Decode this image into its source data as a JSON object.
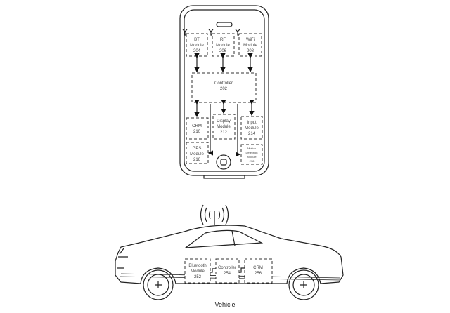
{
  "phone": {
    "bt": {
      "name": "BT",
      "line2": "Module",
      "num": "204"
    },
    "rf": {
      "name": "RF",
      "line2": "Module",
      "num": "206"
    },
    "wifi": {
      "name": "WiFi",
      "line2": "Module",
      "num": "208"
    },
    "controller": {
      "name": "Controller",
      "num": "202"
    },
    "crm": {
      "name": "CRM",
      "num": "210"
    },
    "display": {
      "name": "Display",
      "line2": "Module",
      "num": "212"
    },
    "input": {
      "name": "Input",
      "line2": "Module",
      "num": "214"
    },
    "gps": {
      "name": "GPS",
      "line2": "Module",
      "num": "216"
    },
    "motion": {
      "name": "Motion",
      "line2": "Detection",
      "line3": "Module",
      "num": "218"
    }
  },
  "vehicle": {
    "label": "Vehicle",
    "bluetooth": {
      "name": "Bluetooth",
      "line2": "Module",
      "num": "252"
    },
    "controller": {
      "name": "Controller",
      "num": "254"
    },
    "crm": {
      "name": "CRM",
      "num": "256"
    }
  }
}
